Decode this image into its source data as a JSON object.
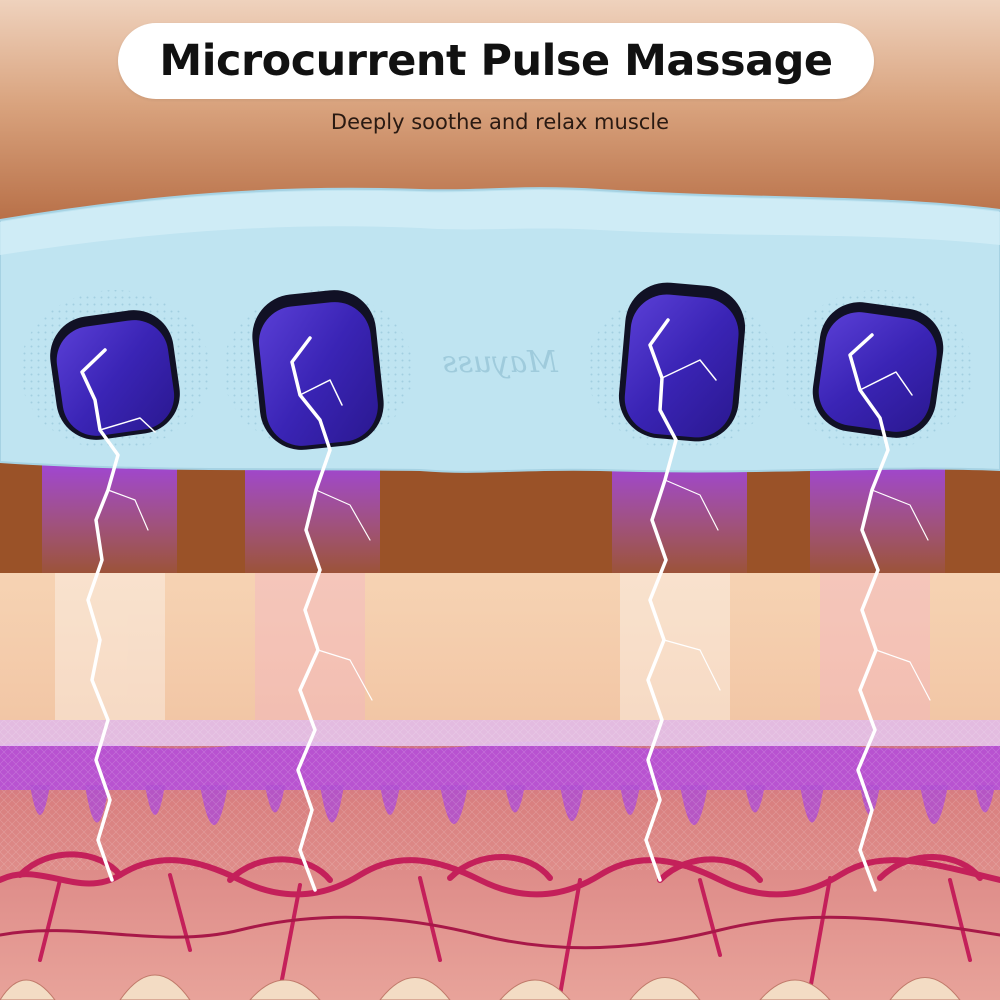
{
  "header": {
    "title": "Microcurrent Pulse Massage",
    "subtitle": "Deeply soothe and relax muscle"
  },
  "device": {
    "logo_text": "Mayuss",
    "electrode_count": 4
  },
  "colors": {
    "skin_top": "#e9c3a6",
    "skin_bottom": "#8a4a24",
    "device": "#bde3f0",
    "electrode": "#3c2aa8",
    "glow": "#a040ff",
    "vein": "#c4205a"
  }
}
